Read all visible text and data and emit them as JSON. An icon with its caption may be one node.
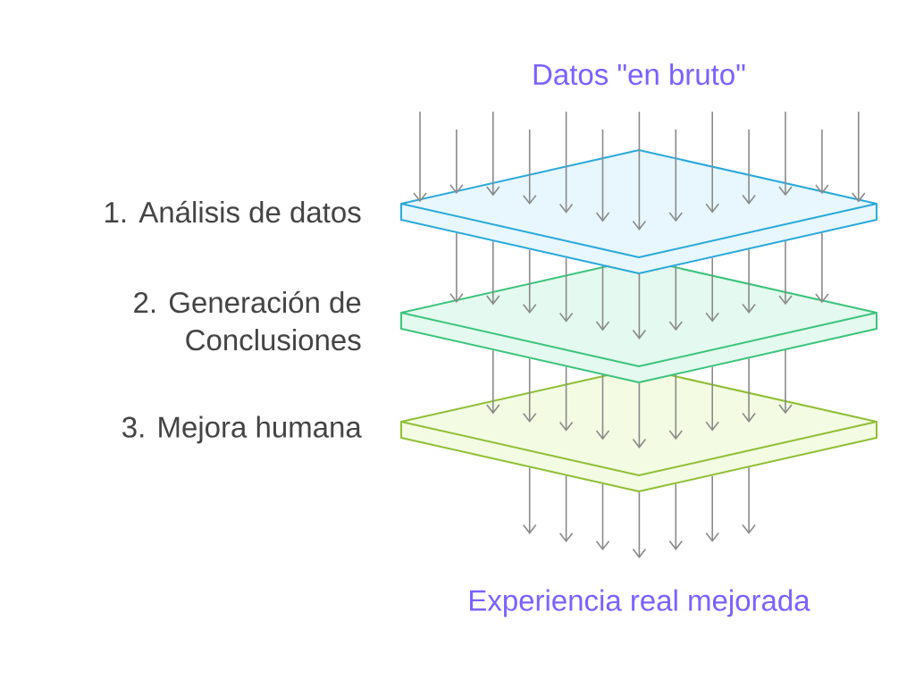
{
  "diagram": {
    "nodes": [
      {
        "text": [],
        "shape": "diamond",
        "beside": [
          "1. Análisis de datos"
        ]
      },
      {
        "text": [],
        "shape": "diamond",
        "beside": [
          "2. Generación de Conclusiones"
        ]
      },
      {
        "text": [],
        "shape": "diamond",
        "beside": [
          "3. Mejora humana"
        ]
      }
    ],
    "edges": [
      {
        "from": null,
        "to": 0,
        "arrow": "to"
      },
      {
        "from": null,
        "to": 0,
        "arrow": "to"
      },
      {
        "from": null,
        "to": 0,
        "arrow": "to"
      },
      {
        "from": null,
        "to": 0,
        "arrow": "to"
      },
      {
        "from": null,
        "to": 0,
        "arrow": "to"
      },
      {
        "from": null,
        "to": 0,
        "arrow": "to"
      },
      {
        "from": null,
        "to": 0,
        "arrow": "to"
      },
      {
        "from": null,
        "to": 0,
        "arrow": "to"
      },
      {
        "from": null,
        "to": 0,
        "arrow": "to"
      },
      {
        "from": null,
        "to": 0,
        "arrow": "to"
      },
      {
        "from": null,
        "to": 0,
        "arrow": "to"
      },
      {
        "from": null,
        "to": 0,
        "arrow": "to"
      },
      {
        "from": null,
        "to": 0,
        "arrow": "to"
      },
      {
        "from": 0,
        "to": 1,
        "arrow": "to"
      },
      {
        "from": 0,
        "to": 1,
        "arrow": "to"
      },
      {
        "from": 0,
        "to": 1,
        "arrow": "to"
      },
      {
        "from": 0,
        "to": 1,
        "arrow": "to"
      },
      {
        "from": 0,
        "to": 1,
        "arrow": "to"
      },
      {
        "from": 0,
        "to": 1,
        "arrow": "to"
      },
      {
        "from": 0,
        "to": 1,
        "arrow": "to"
      },
      {
        "from": 0,
        "to": 1,
        "arrow": "to"
      },
      {
        "from": 0,
        "to": 1,
        "arrow": "to"
      },
      {
        "from": 0,
        "to": 1,
        "arrow": "to"
      },
      {
        "from": 0,
        "to": 1,
        "arrow": "to"
      },
      {
        "from": 1,
        "to": 2,
        "arrow": "to"
      },
      {
        "from": 1,
        "to": 2,
        "arrow": "to"
      },
      {
        "from": 1,
        "to": 2,
        "arrow": "to"
      },
      {
        "from": 1,
        "to": 2,
        "arrow": "to"
      },
      {
        "from": 1,
        "to": 2,
        "arrow": "to"
      },
      {
        "from": 1,
        "to": 2,
        "arrow": "to"
      },
      {
        "from": 1,
        "to": 2,
        "arrow": "to"
      },
      {
        "from": 1,
        "to": 2,
        "arrow": "to"
      },
      {
        "from": 1,
        "to": 2,
        "arrow": "to"
      },
      {
        "from": 2,
        "to": null,
        "arrow": "to"
      },
      {
        "from": 2,
        "to": null,
        "arrow": "to"
      },
      {
        "from": 2,
        "to": null,
        "arrow": "to"
      },
      {
        "from": 2,
        "to": null,
        "arrow": "to"
      },
      {
        "from": 2,
        "to": null,
        "arrow": "to"
      },
      {
        "from": 2,
        "to": null,
        "arrow": "to"
      },
      {
        "from": 2,
        "to": null,
        "arrow": "to"
      }
    ],
    "labels": [
      "Datos \"en bruto\"",
      "Experiencia real mejorada"
    ]
  }
}
